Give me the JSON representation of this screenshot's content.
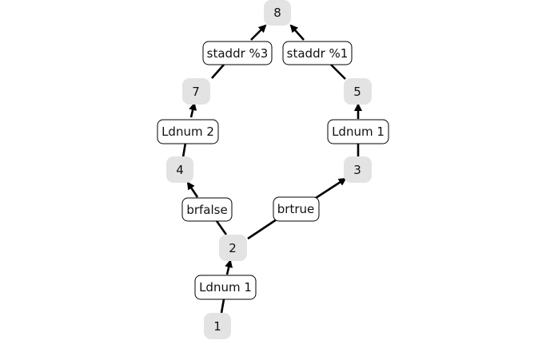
{
  "colors": {
    "node_fill": "#e3e3e3",
    "label_fill": "#ffffff",
    "stroke": "#000000",
    "text": "#111111"
  },
  "nodes": [
    {
      "id": "n8",
      "label": "8"
    },
    {
      "id": "n7",
      "label": "7"
    },
    {
      "id": "n5",
      "label": "5"
    },
    {
      "id": "n4",
      "label": "4"
    },
    {
      "id": "n3",
      "label": "3"
    },
    {
      "id": "n2",
      "label": "2"
    },
    {
      "id": "n1",
      "label": "1"
    }
  ],
  "edges": [
    {
      "id": "e1-2",
      "from": "1",
      "to": "2",
      "label": "Ldnum 1"
    },
    {
      "id": "e2-4",
      "from": "2",
      "to": "4",
      "label": "brfalse"
    },
    {
      "id": "e2-3",
      "from": "2",
      "to": "3",
      "label": "brtrue"
    },
    {
      "id": "e4-7",
      "from": "4",
      "to": "7",
      "label": "Ldnum 2"
    },
    {
      "id": "e3-5",
      "from": "3",
      "to": "5",
      "label": "Ldnum 1"
    },
    {
      "id": "e7-8",
      "from": "7",
      "to": "8",
      "label": "staddr %3"
    },
    {
      "id": "e5-8",
      "from": "5",
      "to": "8",
      "label": "staddr %1"
    }
  ]
}
